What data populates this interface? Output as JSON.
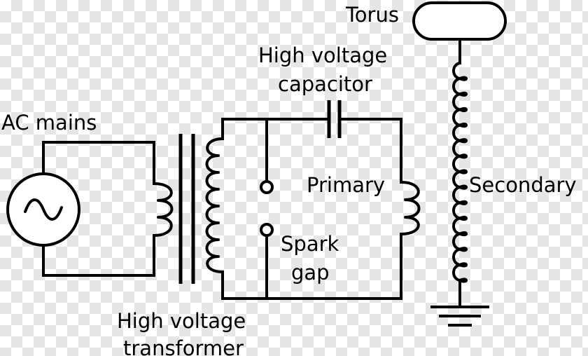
{
  "labels": {
    "torus": "Torus",
    "capacitor_line1": "High voltage",
    "capacitor_line2": "capacitor",
    "ac_mains": "AC mains",
    "primary": "Primary",
    "secondary": "Secondary",
    "spark_line1": "Spark",
    "spark_line2": "gap",
    "transformer_line1": "High voltage",
    "transformer_line2": "transformer"
  }
}
